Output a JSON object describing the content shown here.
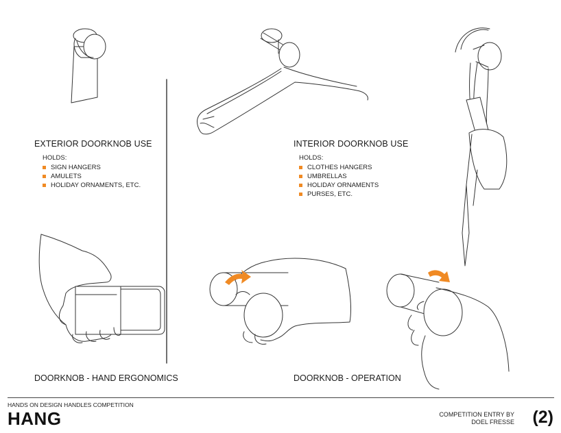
{
  "exterior": {
    "title": "EXTERIOR DOORKNOB USE",
    "holds_label": "HOLDS:",
    "items": [
      "SIGN HANGERS",
      "AMULETS",
      "HOLIDAY ORNAMENTS, ETC."
    ]
  },
  "interior": {
    "title": "INTERIOR DOORKNOB USE",
    "holds_label": "HOLDS:",
    "items": [
      "CLOTHES HANGERS",
      "UMBRELLAS",
      "HOLIDAY ORNAMENTS",
      "PURSES, ETC."
    ]
  },
  "captions": {
    "ergonomics": "DOORKNOB - HAND ERGONOMICS",
    "operation": "DOORKNOB - OPERATION"
  },
  "footer": {
    "competition": "HANDS ON DESIGN HANDLES COMPETITION",
    "brand": "HANG",
    "entry_line1": "COMPETITION ENTRY BY",
    "entry_line2": "DOEL FRESSE",
    "page_number": "(2)"
  },
  "colors": {
    "accent": "#f08a24",
    "line": "#333333"
  },
  "icons": {
    "bullet": "orange-square"
  }
}
